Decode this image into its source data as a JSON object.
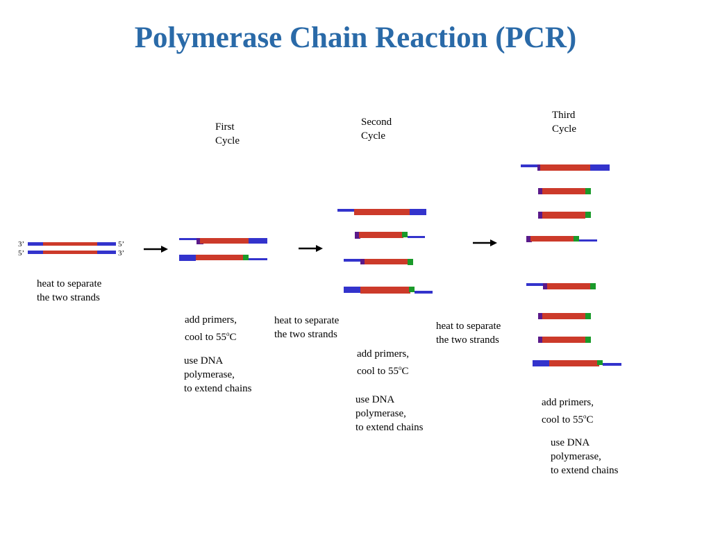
{
  "title": "Polymerase Chain Reaction (PCR)",
  "cycles": {
    "first": "First\nCycle",
    "second": "Second\nCycle",
    "third": "Third\nCycle"
  },
  "strand_ends": {
    "top_left": "3’",
    "bottom_left": "5’",
    "top_right": "5’",
    "bottom_right": "3’"
  },
  "steps": {
    "heat": "heat to separate\nthe two strands",
    "add_primers_line1": "add primers,",
    "cool_prefix": "cool to 55",
    "cool_sup": "o",
    "cool_suffix": "C",
    "extend": "use DNA\npolymerase,\nto extend chains"
  },
  "colors": {
    "template": "#3333cc",
    "target": "#cc3a2a",
    "primer": "#5a1a8a",
    "extension_end": "#1a9a2a",
    "title": "#2a6aa8"
  }
}
